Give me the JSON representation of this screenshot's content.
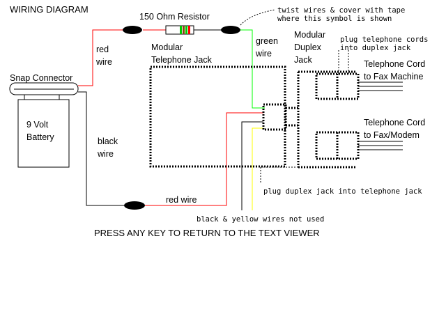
{
  "title": "WIRING DIAGRAM",
  "prompt": "PRESS ANY KEY TO RETURN TO THE TEXT VIEWER",
  "labels": {
    "resistor": "150 Ohm Resistor",
    "twist_note_1": "twist wires & cover with tape",
    "twist_note_2": "where this symbol is shown",
    "red_wire_top_1": "red",
    "red_wire_top_2": "wire",
    "green_wire_1": "green",
    "green_wire_2": "wire",
    "telephone_jack_1": "Modular",
    "telephone_jack_2": "Telephone Jack",
    "duplex_jack_1": "Modular",
    "duplex_jack_2": "Duplex",
    "duplex_jack_3": "Jack",
    "plug_cords_1": "plug telephone cords",
    "plug_cords_2": "into duplex jack",
    "cord_fax_1": "Telephone Cord",
    "cord_fax_2": "to Fax Machine",
    "cord_modem_1": "Telephone Cord",
    "cord_modem_2": "to Fax/Modem",
    "snap_connector": "Snap Connector",
    "battery_1": "9 Volt",
    "battery_2": "Battery",
    "black_wire_1": "black",
    "black_wire_2": "wire",
    "red_wire_bottom": "red wire",
    "plug_duplex": "plug duplex jack into telephone jack",
    "unused_wires": "black & yellow wires not used"
  },
  "colors": {
    "wire_red": "#ff0000",
    "wire_green": "#00ff00",
    "wire_yellow": "#ffff00",
    "wire_black": "#000000",
    "resistor_band_green": "#00cc00",
    "resistor_band_brown": "#8b4513",
    "resistor_band_red": "#ff0000"
  }
}
